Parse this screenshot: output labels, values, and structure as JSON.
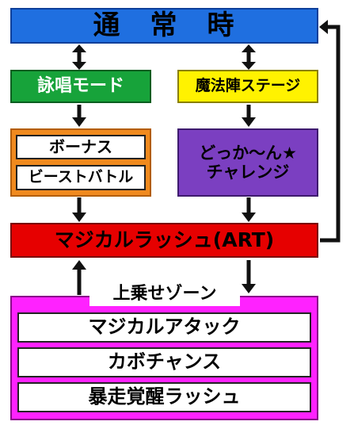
{
  "colors": {
    "normal": "#1f6fe0",
    "chant": "#17a33a",
    "magic": "#fff200",
    "bonus_border": "#f08a1e",
    "challenge": "#7b3fc1",
    "art": "#e60000",
    "zone": "#ff22ff",
    "arrow": "#111111"
  },
  "normal_mode": {
    "label": "通　常　時"
  },
  "chant_mode": {
    "label": "詠唱モード"
  },
  "magic_stage": {
    "label": "魔法陣ステージ"
  },
  "bonus": {
    "label": "ボーナス"
  },
  "beast_battle": {
    "label": "ビーストバトル"
  },
  "challenge": {
    "line1": "どっか～ん★",
    "line2": "チャレンジ"
  },
  "art": {
    "label": "マジカルラッシュ(ART)"
  },
  "zone": {
    "title": "上乗せゾーン",
    "items": [
      "マジカルアタック",
      "カボチャンス",
      "暴走覚醒ラッシュ"
    ]
  }
}
